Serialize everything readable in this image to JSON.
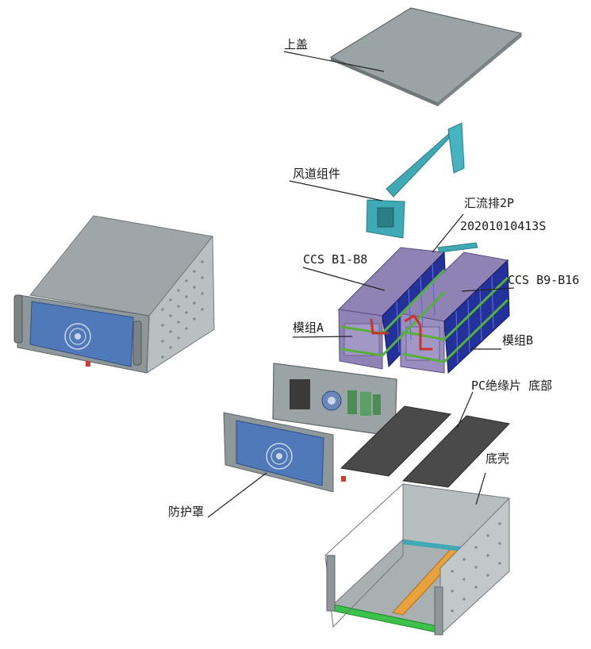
{
  "labels": {
    "top_cover": "上盖",
    "air_duct_assembly": "风道组件",
    "busbar_2p": "汇流排2P",
    "part_number": "20201010413S",
    "ccs_b1_b8": "CCS  B1-B8",
    "ccs_b9_b16": "CCS  B9-B16",
    "module_a": "模组A",
    "module_b": "模组B",
    "pc_insulation_bottom": "PC绝缘片  底部",
    "bottom_shell": "底壳",
    "protective_cover": "防护罩"
  },
  "colors": {
    "sheet_metal": "#9aa3a6",
    "sheet_metal_dark": "#6f787b",
    "front_panel_blue": "#4f79b8",
    "duct_teal": "#3fa9b5",
    "cell_purple": "#8f83b5",
    "cell_blue": "#23319a",
    "insulation_dark": "#4a4a4a",
    "rail_orange": "#e8a13c",
    "rail_green": "#3cc24a"
  }
}
